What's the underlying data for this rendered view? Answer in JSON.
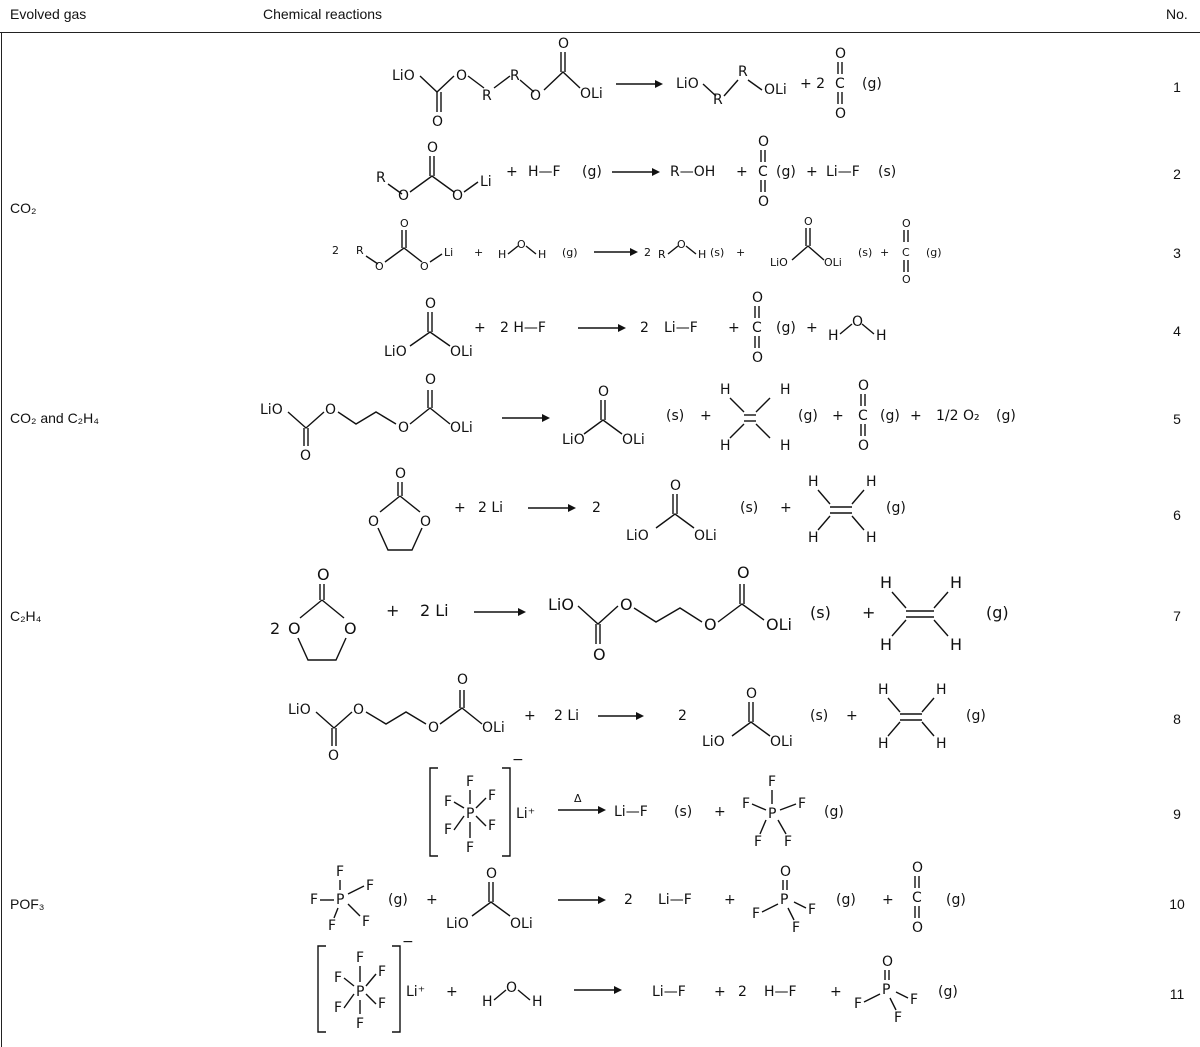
{
  "header": {
    "col_gas": "Evolved gas",
    "col_reactions": "Chemical reactions",
    "col_no": "No."
  },
  "gases": {
    "co2": "CO₂",
    "co2_c2h4": "CO₂ and C₂H₄",
    "c2h4": "C₂H₄",
    "pof3": "POF₃"
  },
  "rows": [
    "1",
    "2",
    "3",
    "4",
    "5",
    "6",
    "7",
    "8",
    "9",
    "10",
    "11"
  ],
  "labels": {
    "LiO": "LiO",
    "OLi": "OLi",
    "O": "O",
    "R": "R",
    "Li": "Li",
    "H": "H",
    "F": "F",
    "P": "P",
    "C": "C",
    "g": "(g)",
    "s": "(s)",
    "plus": "+",
    "two": "2",
    "plus2": "+ 2",
    "HF": "H—F",
    "ROH": "R—OH",
    "LiF": "Li—F",
    "twoLi": "2 Li",
    "twoHF": "2  H—F",
    "half_o2": "1/2 O₂",
    "delta": "Δ",
    "Li_plus": "Li⁺",
    "minus": "−"
  }
}
